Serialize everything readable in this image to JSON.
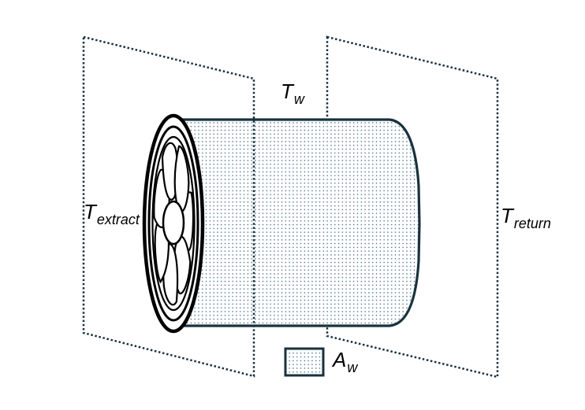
{
  "figure": {
    "background_color": "#ffffff",
    "line_color": "#18323e",
    "dot_fill_color": "#316070",
    "fan_outline_color": "#000000",
    "text_color": "#000000"
  },
  "labels": {
    "extract": {
      "base": "T",
      "sub": "extract"
    },
    "wall": {
      "base": "T",
      "sub": "w"
    },
    "return": {
      "base": "T",
      "sub": "return"
    },
    "area": {
      "base": "A",
      "sub": "w"
    }
  }
}
